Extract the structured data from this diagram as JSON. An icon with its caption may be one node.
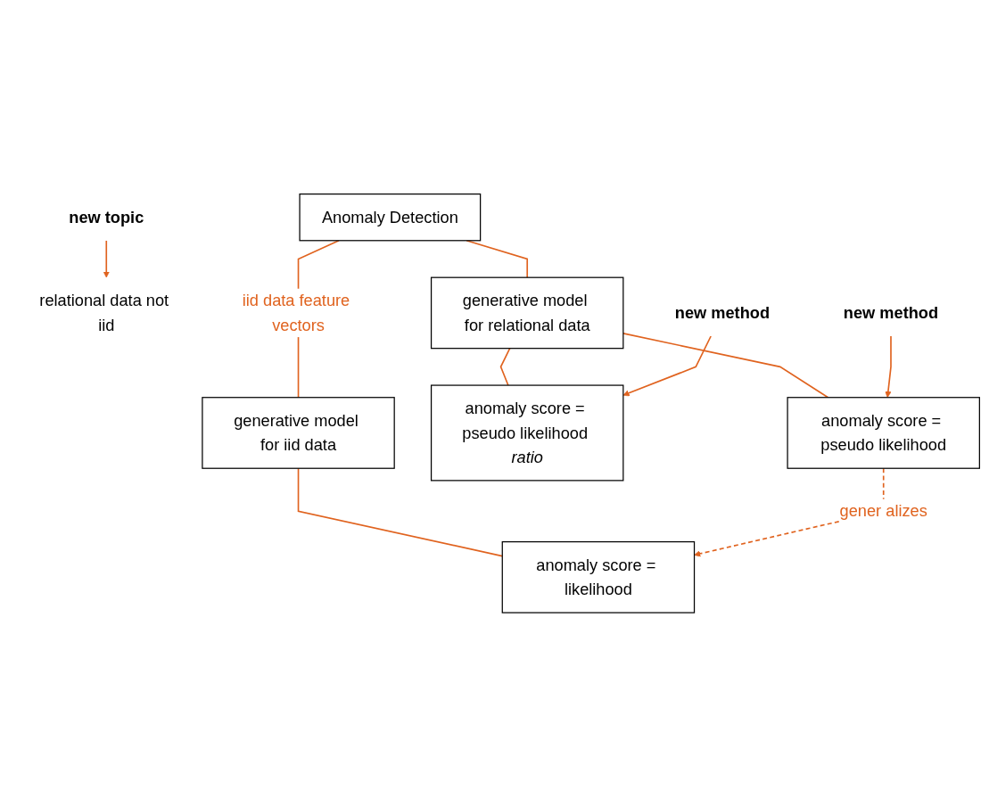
{
  "diagram": {
    "nodes": [
      {
        "text": [
          "new topic"
        ]
      },
      {
        "text": [
          "Anomaly Detection"
        ]
      },
      {
        "text": [
          "relational data not iid"
        ]
      },
      {
        "text": [
          "generative model for relational data"
        ]
      },
      {
        "text": [
          "generative model for iid data"
        ]
      },
      {
        "text": [
          "new method"
        ]
      },
      {
        "text": [
          "new method"
        ]
      },
      {
        "text": [
          "anomaly score = pseudo likelihood *ratio*"
        ]
      },
      {
        "text": [
          "anomaly score = pseudo likelihood"
        ]
      },
      {
        "text": [
          "anomaly score = likelihood"
        ]
      }
    ],
    "edges": [
      {
        "from": 0,
        "to": 2,
        "arrow": "to"
      },
      {
        "from": 1,
        "to": 3,
        "arrow": "none"
      },
      {
        "from": 1,
        "to": 4,
        "arrow": "none",
        "label": "iid data feature vectors"
      },
      {
        "from": 3,
        "to": 7,
        "arrow": "none"
      },
      {
        "from": 3,
        "to": 8,
        "arrow": "none"
      },
      {
        "from": 4,
        "to": 9,
        "arrow": "none"
      },
      {
        "from": 5,
        "to": 7,
        "arrow": "to"
      },
      {
        "from": 6,
        "to": 8,
        "arrow": "to"
      },
      {
        "from": 8,
        "to": 9,
        "arrow": "to",
        "style": "dashed",
        "label": "gener alizes"
      }
    ]
  }
}
